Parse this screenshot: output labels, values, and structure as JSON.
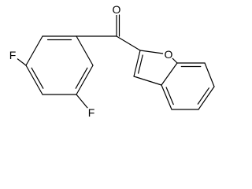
{
  "molecule": {
    "atoms": {
      "carbonyl_o": "O",
      "furan_o": "O",
      "fluorine_left": "F",
      "fluorine_bottom": "F"
    }
  },
  "colors": {
    "bond": "#000000",
    "background": "#ffffff"
  }
}
